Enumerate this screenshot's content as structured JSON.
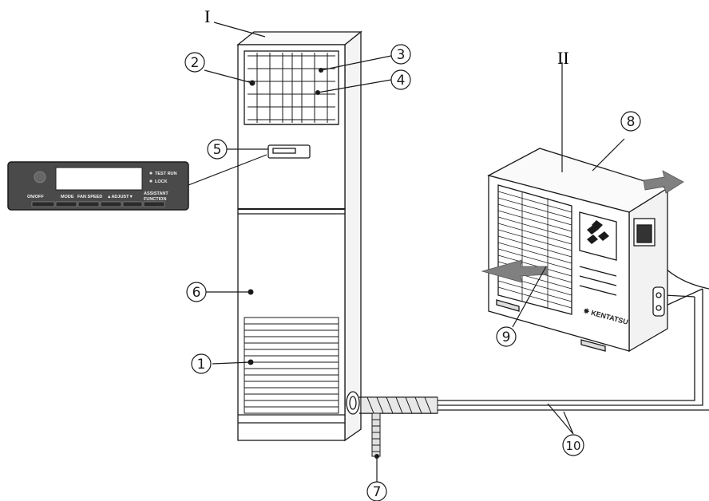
{
  "unit_labels": {
    "indoor": "I",
    "outdoor": "II"
  },
  "callouts": [
    "1",
    "2",
    "3",
    "4",
    "5",
    "6",
    "7",
    "8",
    "9",
    "10"
  ],
  "control_panel": {
    "indicators": [
      "TEST RUN",
      "LOCK"
    ],
    "buttons": [
      "ON/OFF",
      "MODE",
      "FAN SPEED",
      "▲ADJUST▼",
      "ASSISTANT",
      "FUNCTION"
    ]
  },
  "brand": "✸ KENTATSU",
  "colors": {
    "line": "#1a1a1a",
    "panel": "#4a4a4a",
    "arrow": "#808080"
  }
}
